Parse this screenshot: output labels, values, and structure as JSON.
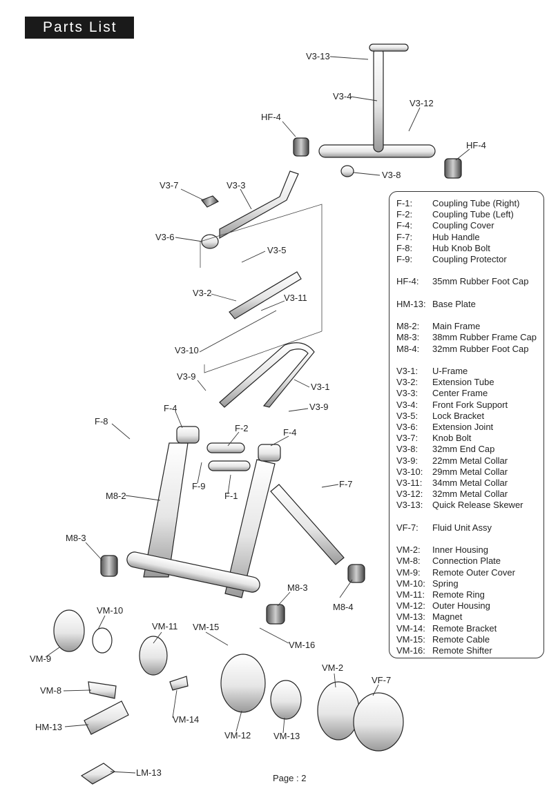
{
  "header": {
    "title": "Parts List"
  },
  "footer": {
    "page": "Page : 2"
  },
  "callouts": [
    "V3-13",
    "V3-4",
    "V3-12",
    "HF-4",
    "HF-4",
    "V3-8",
    "V3-7",
    "V3-3",
    "V3-6",
    "V3-5",
    "V3-2",
    "V3-11",
    "V3-10",
    "V3-9",
    "V3-1",
    "V3-9",
    "F-4",
    "F-8",
    "F-2",
    "F-4",
    "F-7",
    "M8-2",
    "F-9",
    "F-1",
    "M8-3",
    "M8-3",
    "M8-4",
    "VM-10",
    "VM-11",
    "VM-15",
    "VM-16",
    "VM-9",
    "VM-2",
    "VF-7",
    "VM-8",
    "HM-13",
    "VM-14",
    "VM-12",
    "VM-13",
    "LM-13"
  ],
  "legend": {
    "groups": [
      {
        "rows": [
          {
            "code": "F-1:",
            "name": "Coupling Tube (Right)"
          },
          {
            "code": "F-2:",
            "name": "Coupling Tube (Left)"
          },
          {
            "code": "F-4:",
            "name": "Coupling Cover"
          },
          {
            "code": "F-7:",
            "name": "Hub Handle"
          },
          {
            "code": "F-8:",
            "name": "Hub Knob Bolt"
          },
          {
            "code": "F-9:",
            "name": "Coupling Protector"
          }
        ]
      },
      {
        "rows": [
          {
            "code": "HF-4:",
            "name": "35mm Rubber Foot Cap"
          }
        ]
      },
      {
        "rows": [
          {
            "code": "HM-13:",
            "name": "Base Plate"
          }
        ]
      },
      {
        "rows": [
          {
            "code": "M8-2:",
            "name": "Main Frame"
          },
          {
            "code": "M8-3:",
            "name": "38mm Rubber Frame Cap"
          },
          {
            "code": "M8-4:",
            "name": "32mm Rubber Foot Cap"
          }
        ]
      },
      {
        "rows": [
          {
            "code": "V3-1:",
            "name": "U-Frame"
          },
          {
            "code": "V3-2:",
            "name": "Extension Tube"
          },
          {
            "code": "V3-3:",
            "name": "Center Frame"
          },
          {
            "code": "V3-4:",
            "name": "Front Fork Support"
          },
          {
            "code": "V3-5:",
            "name": "Lock Bracket"
          },
          {
            "code": "V3-6:",
            "name": "Extension Joint"
          },
          {
            "code": "V3-7:",
            "name": "Knob Bolt"
          },
          {
            "code": "V3-8:",
            "name": "32mm End Cap"
          },
          {
            "code": "V3-9:",
            "name": "22mm Metal Collar"
          },
          {
            "code": "V3-10:",
            "name": "29mm Metal Collar"
          },
          {
            "code": "V3-11:",
            "name": "34mm Metal Collar"
          },
          {
            "code": "V3-12:",
            "name": "32mm Metal Collar"
          },
          {
            "code": "V3-13:",
            "name": "Quick Release Skewer"
          }
        ]
      },
      {
        "rows": [
          {
            "code": "VF-7:",
            "name": "Fluid Unit Assy"
          }
        ]
      },
      {
        "rows": [
          {
            "code": "VM-2:",
            "name": "Inner Housing"
          },
          {
            "code": "VM-8:",
            "name": "Connection Plate"
          },
          {
            "code": "VM-9:",
            "name": "Remote Outer Cover"
          },
          {
            "code": "VM-10:",
            "name": "Spring"
          },
          {
            "code": "VM-11:",
            "name": "Remote Ring"
          },
          {
            "code": "VM-12:",
            "name": "Outer Housing"
          },
          {
            "code": "VM-13:",
            "name": "Magnet"
          },
          {
            "code": "VM-14:",
            "name": "Remote Bracket"
          },
          {
            "code": "VM-15:",
            "name": "Remote Cable"
          },
          {
            "code": "VM-16:",
            "name": "Remote Shifter"
          }
        ]
      }
    ]
  }
}
